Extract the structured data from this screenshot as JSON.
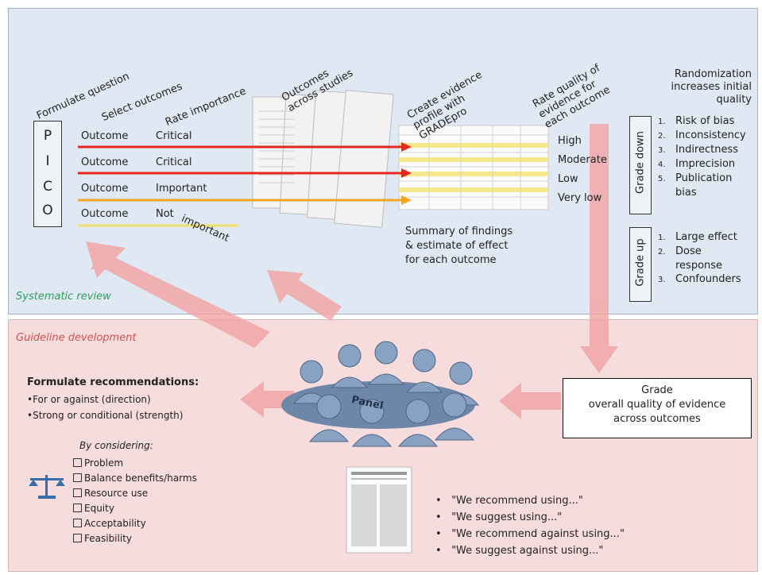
{
  "systematic_review": {
    "label": "Systematic review",
    "steps": [
      "Formulate question",
      "Select outcomes",
      "Rate importance",
      "Outcomes across studies",
      "Create evidence profile with GRADEpro",
      "Rate quality of evidence for each outcome"
    ],
    "pico": [
      "P",
      "I",
      "C",
      "O"
    ],
    "outcomes": [
      {
        "name": "Outcome",
        "importance": "Critical"
      },
      {
        "name": "Outcome",
        "importance": "Critical"
      },
      {
        "name": "Outcome",
        "importance": "Important"
      },
      {
        "name": "Outcome",
        "importance": "Not",
        "importance_tail": "important"
      }
    ],
    "quality_levels": [
      "High",
      "Moderate",
      "Low",
      "Very low"
    ],
    "summary": [
      "Summary of findings",
      "& estimate of effect",
      "for each outcome"
    ],
    "randomization": [
      "Randomization",
      "increases initial",
      "quality"
    ],
    "grade_down": {
      "label": "Grade down",
      "items": [
        {
          "num": "1.",
          "text": "Risk of bias"
        },
        {
          "num": "2.",
          "text": "Inconsistency"
        },
        {
          "num": "3.",
          "text": "Indirectness"
        },
        {
          "num": "4.",
          "text": "Imprecision"
        },
        {
          "num": "5.",
          "text": "Publication"
        },
        {
          "num": "",
          "text": "bias"
        }
      ]
    },
    "grade_up": {
      "label": "Grade up",
      "items": [
        {
          "num": "1.",
          "text": "Large effect"
        },
        {
          "num": "2.",
          "text": "Dose"
        },
        {
          "num": "",
          "text": "response"
        },
        {
          "num": "3.",
          "text": "Confounders"
        }
      ]
    }
  },
  "guideline_development": {
    "label": "Guideline development",
    "panel_label": "Panel",
    "recommendations": {
      "title": "Formulate recommendations:",
      "lines": [
        "•For or against (direction)",
        "•Strong or conditional (strength)"
      ]
    },
    "considering": {
      "title": "By considering:",
      "items": [
        "Problem",
        "Balance benefits/harms",
        "Resource use",
        "Equity",
        "Acceptability",
        "Feasibility"
      ]
    },
    "grade_box": [
      "Grade",
      "overall quality of evidence",
      "across outcomes"
    ],
    "statements": [
      "\"We recommend using...\"",
      "\"We suggest using...\"",
      "\"We recommend against using...\"",
      "\"We suggest against using...\""
    ]
  },
  "colors": {
    "critical_line": "#e8281e",
    "important_line": "#f5a623",
    "not_important_line": "#f0e26a",
    "big_arrow": "#f2a7a7"
  }
}
